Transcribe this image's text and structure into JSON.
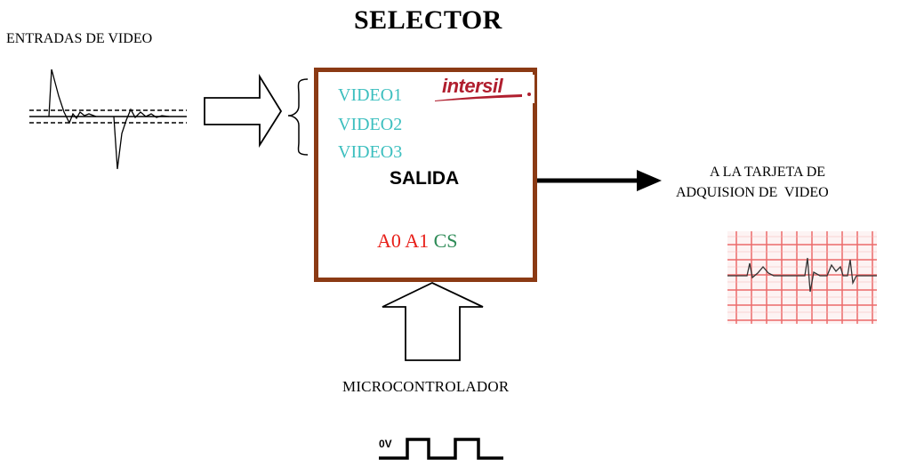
{
  "title": "SELECTOR",
  "inputs_label": "ENTRADAS DE VIDEO",
  "chip": {
    "logo": "intersil",
    "inputs": [
      "VIDEO1",
      "VIDEO2",
      "VIDEO3"
    ],
    "output_label": "SALIDA",
    "pins": {
      "a0": "A0",
      "a1": "A1",
      "cs": "CS"
    }
  },
  "output_target": {
    "line1": "A LA TARJETA DE",
    "line2": "ADQUISION DE  VIDEO"
  },
  "controller_label": "MICROCONTROLADOR",
  "clock_label": "0V",
  "colors": {
    "chip_border": "#8b3a14",
    "video_inputs": "#3cbfbf",
    "pin_red": "#e8201a",
    "pin_green": "#2e8b57",
    "logo_red": "#b01e2e",
    "grid_red": "#e83a3a"
  }
}
